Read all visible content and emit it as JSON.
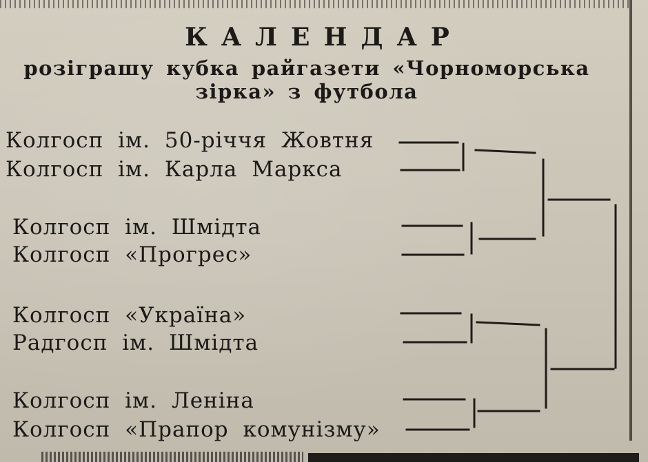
{
  "document": {
    "title": "КАЛЕНДАР",
    "subtitle_line1": "розіграшу кубка райгазети «Чорноморська",
    "subtitle_line2": "зірка» з футбола"
  },
  "teams": [
    "Колгосп ім. 50-річчя Жовтня",
    "Колгосп ім. Карла Маркса",
    "Колгосп ім. Шмідта",
    "Колгосп «Прогрес»",
    "Колгосп «Україна»",
    "Радгосп ім. Шмідта",
    "Колгосп ім. Леніна",
    "Колгосп «Прапор комунізму»"
  ],
  "bracket": {
    "rounds": 3,
    "first_round_slots": 8
  }
}
